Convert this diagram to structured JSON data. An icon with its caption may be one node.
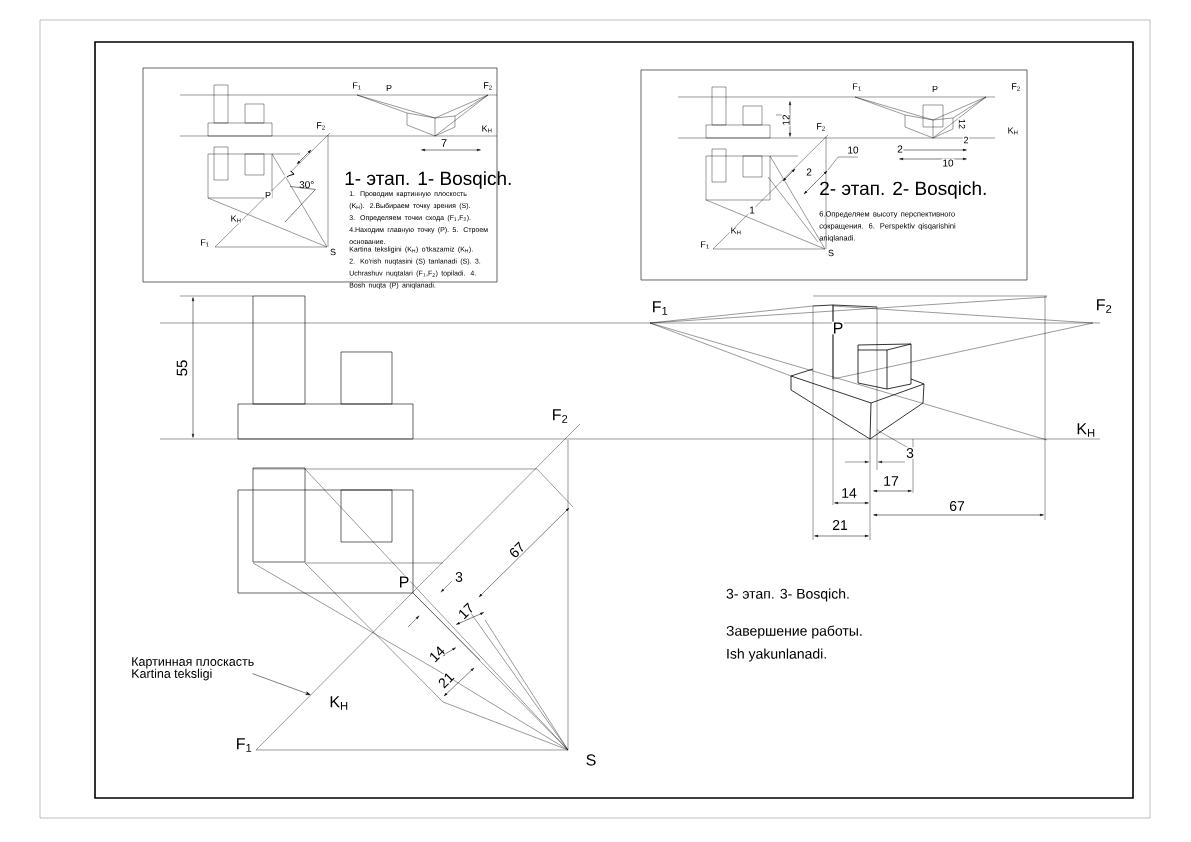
{
  "diagram": {
    "nodes": [
      {
        "text": [
          "1- этап. 1- Bosqich.",
          "1. Проводим картинную плоскость (K$_{H}$). 2.Выбираем точку зрения (S). 3. Определяем точки схода (F$_{1}$,F$_{2}$). 4.Находим главную точку (P). 5. Строем основание.",
          "Kartina teksligini (K$_{H}$) o'tkazamiz (K$_{H}$). 2. Ko'rish nuqtasini (S) tanlanadi (S). 3. Uchrashuv nuqtalari (F$_{1}$,F$_{2}$) topiladi. 4. Bosh nuqta (P) aniqlanadi."
        ]
      },
      {
        "text": [
          "30°"
        ],
        "in": 0
      },
      {
        "text": [
          "2- этап. 2- Bosqich.",
          "6.Определяем высоту перспективного сокращения. 6. Perspektiv qisqarishini aniqlanadi."
        ]
      },
      {
        "text": [
          "Картинная плоскасть Kartina teksligi"
        ]
      }
    ],
    "edges": [
      {
        "from": 1,
        "to": null,
        "arrow": "none"
      },
      {
        "from": 3,
        "to": null,
        "arrow": "to"
      }
    ],
    "labels": [
      "F$_{1}$",
      "P",
      "F$_{2}$",
      "K$_{H}$",
      "7",
      "F$_{2}$",
      "7",
      "P",
      "K$_{H}$",
      "F$_{1}$",
      "S",
      "F$_{1}$",
      "P",
      "F$_{2}$",
      "12",
      "12",
      "K$_{H}$",
      "2",
      "2",
      "10",
      "F$_{2}$",
      "10",
      "2",
      "1",
      "K$_{H}$",
      "F$_{1}$",
      "S",
      "55",
      "F$_{1}$",
      "F$_{2}$",
      "P",
      "K$_{H}$",
      "3",
      "17",
      "14",
      "67",
      "21",
      "F$_{2}$",
      "67",
      "P",
      "3",
      "17",
      "14",
      "21",
      "K$_{H}$",
      "F$_{1}$",
      "S",
      "3- этап. 3- Bosqich.",
      "Завершение работы.",
      "Ish yakunlanadi."
    ]
  }
}
